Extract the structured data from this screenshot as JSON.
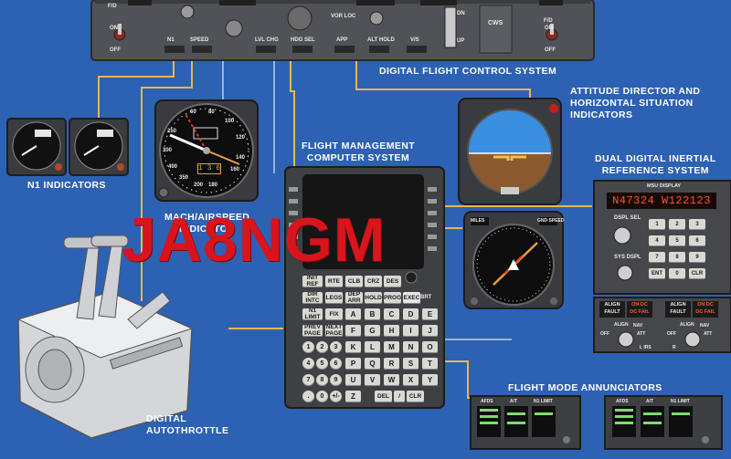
{
  "labels": {
    "dfcs": "DIGITAL FLIGHT CONTROL SYSTEM",
    "adi_hsi": "ATTITUDE DIRECTOR AND\nHORIZONTAL SITUATION\nINDICATORS",
    "fmcs": "FLIGHT MANAGEMENT\nCOMPUTER SYSTEM",
    "irs": "DUAL DIGITAL INERTIAL\nREFERENCE SYSTEM",
    "n1": "N1 INDICATORS",
    "airspeed": "MACH/AIRSPEED\nINDICATOR",
    "autothrottle": "DIGITAL\nAUTOTHROTTLE",
    "fma": "FLIGHT MODE ANNUNCIATORS"
  },
  "watermark": "JA8NGM",
  "mcp": {
    "fd_left": [
      "F/D",
      "ON",
      "OFF"
    ],
    "fd_right": [
      "F/D",
      "ON",
      "OFF"
    ],
    "buttons": [
      "N1",
      "SPEED",
      "LVL CHG",
      "HDG SEL",
      "VOR LOC",
      "APP",
      "ALT HOLD",
      "V/S"
    ],
    "cws": "CWS",
    "dn_up": [
      "DN",
      "UP"
    ]
  },
  "airspeed_indicator": {
    "scale": [
      "400",
      "350",
      "300",
      "250",
      "200",
      "180",
      "160",
      "140",
      "120",
      "100",
      "80",
      "60"
    ],
    "counter": "1 3 6"
  },
  "cdu": {
    "line_keys": [
      "INIT REF",
      "RTE",
      "CLB",
      "CRZ",
      "DES",
      "DIR INTC",
      "LEGS",
      "DEP ARR",
      "HOLD",
      "PROG",
      "EXEC",
      "N1 LIMIT",
      "FIX",
      "PREV PAGE",
      "NEXT PAGE"
    ],
    "brt": "BRT",
    "letters": [
      "A",
      "B",
      "C",
      "D",
      "E",
      "F",
      "G",
      "H",
      "I",
      "J",
      "K",
      "L",
      "M",
      "N",
      "O",
      "P",
      "Q",
      "R",
      "S",
      "T",
      "U",
      "V",
      "W",
      "X",
      "Y",
      "Z"
    ],
    "digits": [
      "1",
      "2",
      "3",
      "4",
      "5",
      "6",
      "7",
      "8",
      "9",
      ".",
      "0",
      "+/-"
    ],
    "bottom_keys": [
      "DEL",
      "/",
      "CLR"
    ]
  },
  "hsi": {
    "top_left": "MILES",
    "top_right": "GND SPEED"
  },
  "irs_panel": {
    "title": "MSU DISPLAY",
    "display": "N47324 W122123",
    "dspl_sel": "DSPL SEL",
    "sys_dspl": "SYS DSPL",
    "keys": [
      "1",
      "2",
      "3",
      "4",
      "5",
      "6",
      "7",
      "8",
      "9",
      "ENT",
      "0",
      "CLR"
    ],
    "align": [
      "ALIGN",
      "ON DC",
      "ALIGN",
      "ON DC"
    ],
    "fault": [
      "FAULT",
      "DC FAIL",
      "FAULT",
      "DC FAIL"
    ],
    "mode_left": [
      "ALIGN",
      "OFF",
      "NAV",
      "ATT",
      "L IRS"
    ],
    "mode_right": [
      "ALIGN",
      "OFF",
      "NAV",
      "ATT",
      "R"
    ]
  },
  "fma_units": [
    {
      "cols": [
        "AFDS",
        "A/T",
        "N1 LIMIT"
      ]
    },
    {
      "cols": [
        "AFDS",
        "A/T",
        "N1 LIMIT"
      ]
    }
  ],
  "colors": {
    "background": "#2d61b3",
    "panel": "#4a4c50",
    "cable": "#e8b84a",
    "watermark": "#d8141c",
    "display_text": "#ff5a28",
    "sky": "#3b8fe0",
    "ground": "#8a5a2e"
  }
}
